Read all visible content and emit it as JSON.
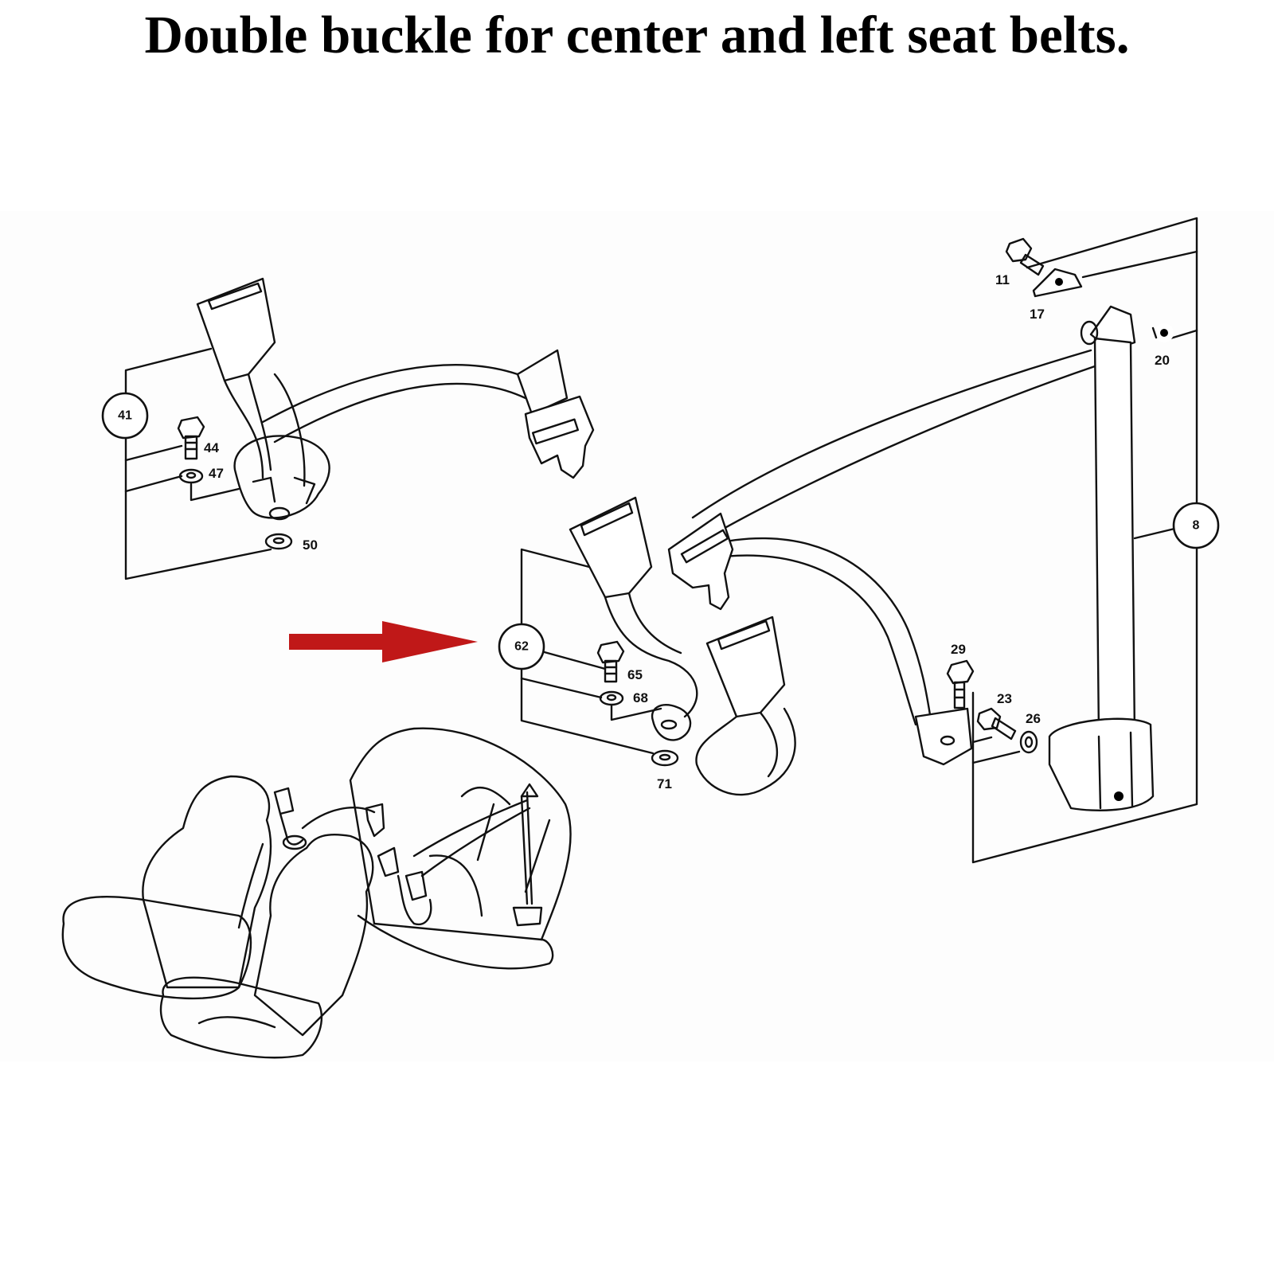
{
  "title": "Double buckle for center and left seat belts.",
  "colors": {
    "arrow": "#c01818",
    "line": "#111111",
    "background": "#ffffff"
  },
  "callouts": {
    "c41": "41",
    "c62": "62",
    "c8": "8"
  },
  "part_numbers": {
    "p44": "44",
    "p47": "47",
    "p50": "50",
    "p65": "65",
    "p68": "68",
    "p71": "71",
    "p11": "11",
    "p17": "17",
    "p20": "20",
    "p29": "29",
    "p23": "23",
    "p26": "26"
  }
}
